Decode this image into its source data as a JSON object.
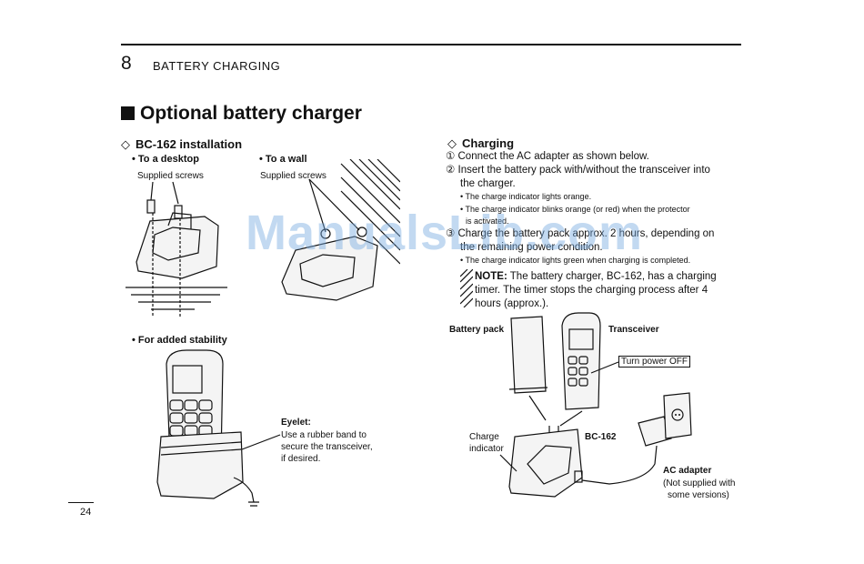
{
  "header": {
    "chapter_number": "8",
    "chapter_title": "BATTERY CHARGING"
  },
  "section_title": "Optional battery charger",
  "installation": {
    "title": "BC-162 installation",
    "desktop": "• To a desktop",
    "wall": "• To a wall",
    "screws_desktop": "Supplied screws",
    "screws_wall": "Supplied screws",
    "stability": "• For added stability",
    "eyelet_title": "Eyelet:",
    "eyelet_lines": [
      "Use a rubber band to",
      "secure the transceiver,",
      "if desired."
    ]
  },
  "charging": {
    "title": "Charging",
    "step1": "① Connect the AC adapter as shown below.",
    "step2_a": "② Insert the battery pack with/without the transceiver into",
    "step2_b": "the charger.",
    "note_a": "• The charge indicator lights orange.",
    "note_b1": "• The charge indicator blinks orange (or red) when the protector",
    "note_b2": "is activated.",
    "step3_a": "③ Charge the battery pack approx. 2 hours, depending on",
    "step3_b": "the remaining power condition.",
    "note_c": "• The charge indicator lights green when charging is completed.",
    "note_label": "NOTE:",
    "note_text1": " The battery charger, BC-162, has a charging",
    "note_text2": "timer. The timer stops the charging process after 4",
    "note_text3": "hours (approx.)."
  },
  "diagram": {
    "battery_pack": "Battery pack",
    "transceiver": "Transceiver",
    "turn_power_off": "Turn power OFF",
    "bc162": "BC-162",
    "charge_indicator_1": "Charge",
    "charge_indicator_2": "indicator",
    "ac_adapter": "AC adapter",
    "ac_note_1": "(Not supplied with",
    "ac_note_2": "some versions)"
  },
  "page_number": "24",
  "watermark": "ManualsLib.com"
}
